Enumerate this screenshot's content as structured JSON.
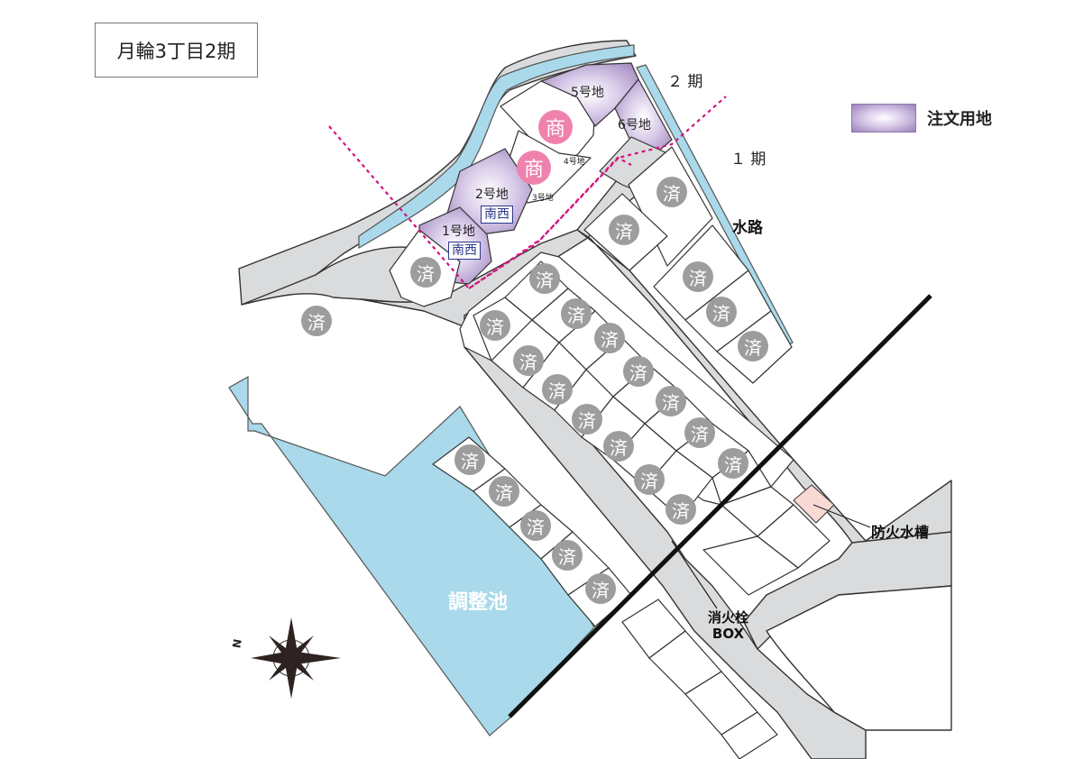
{
  "title": "月輪3丁目2期",
  "legend": {
    "label": "注文用地",
    "color": "#a58ac2"
  },
  "phase_labels": {
    "phase2": "２ 期",
    "phase1": "１ 期"
  },
  "feature_labels": {
    "waterway": "水路",
    "pond": "調整池",
    "fire_tank": "防火水槽",
    "hydrant_line1": "消火栓",
    "hydrant_line2": "BOX"
  },
  "lots": {
    "lot1": "1号地",
    "lot2": "2号地",
    "lot3": "3号地",
    "lot4": "4号地",
    "lot5": "5号地",
    "lot6": "6号地",
    "orientation": "南西"
  },
  "markers": {
    "sold": "済",
    "commercial": "商"
  },
  "colors": {
    "road": "#d9dbdc",
    "water": "#a9d9ea",
    "sold_badge": "#9d9d9d",
    "commercial_badge": "#ef82ad",
    "boundary_dash": "#d3147f",
    "fire_tank": "#f8d9d4"
  },
  "icons": {
    "compass": "compass-rose-icon"
  }
}
